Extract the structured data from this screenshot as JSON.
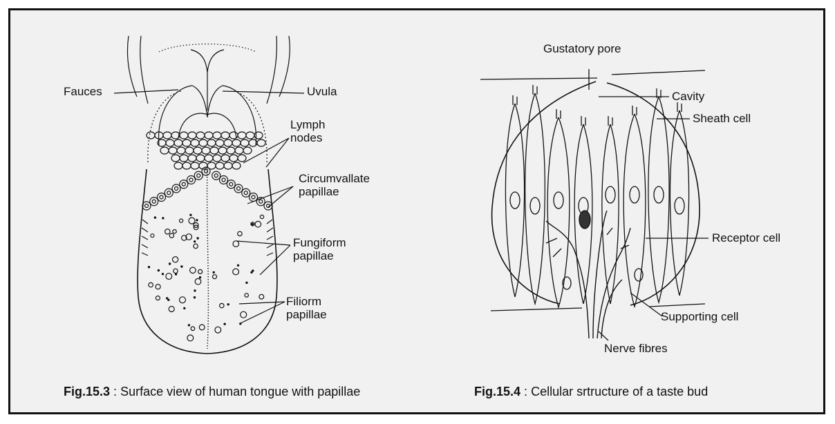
{
  "figure_left": {
    "labels": {
      "fauces": "Fauces",
      "uvula": "Uvula",
      "lymph_nodes": [
        "Lymph",
        "nodes"
      ],
      "circumvallate": [
        "Circumvallate",
        "papillae"
      ],
      "fungiform": [
        "Fungiform",
        "papillae"
      ],
      "filiform": [
        "Filiorm",
        "papillae"
      ]
    },
    "caption": {
      "number": "Fig.15.3",
      "separator": ":",
      "text": "Surface view of human tongue with papillae"
    }
  },
  "figure_right": {
    "labels": {
      "gustatory_pore": "Gustatory pore",
      "cavity": "Cavity",
      "sheath_cell": "Sheath cell",
      "receptor_cell": "Receptor cell",
      "supporting_cell": "Supporting cell",
      "nerve_fibres": "Nerve fibres"
    },
    "caption": {
      "number": "Fig.15.4",
      "separator": ":",
      "text": "Cellular srtructure of a taste bud"
    }
  },
  "colors": {
    "background": "#f1f1f1",
    "ink": "#111111",
    "border": "#111111"
  }
}
